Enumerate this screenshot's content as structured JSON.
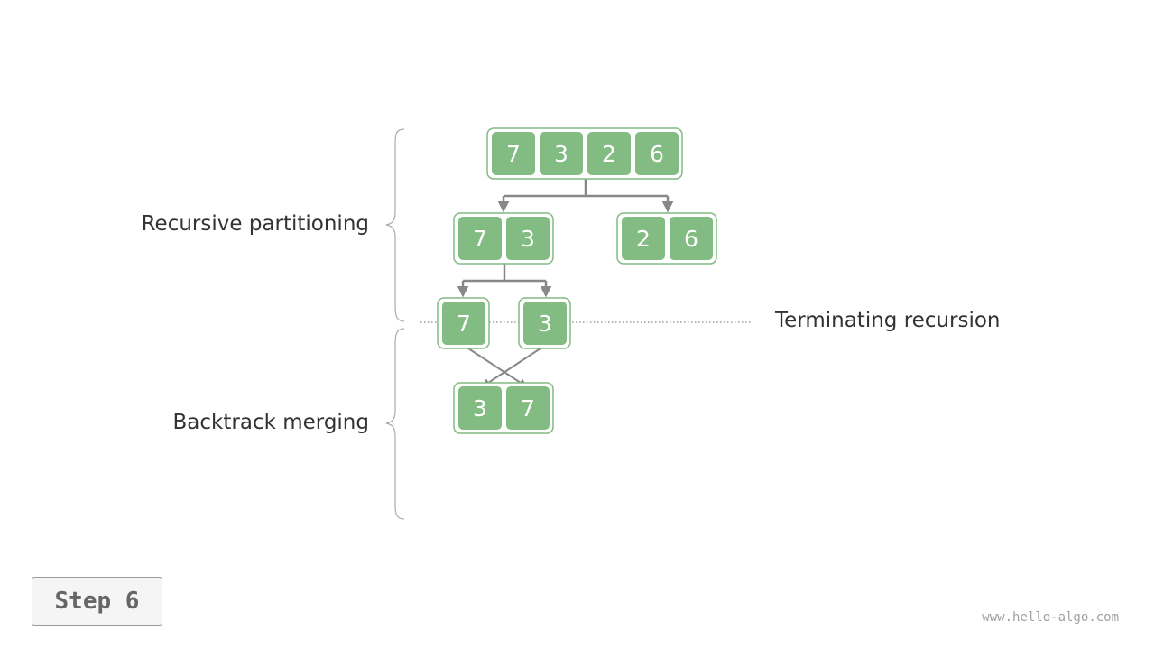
{
  "labels": {
    "partition": "Recursive partitioning",
    "merge": "Backtrack merging",
    "terminate": "Terminating recursion"
  },
  "step": "Step 6",
  "footer": "www.hello-algo.com",
  "colors": {
    "cell_fill": "#82bc82",
    "frame_stroke": "#82bc82",
    "arrow": "#888888",
    "brace": "#aaaaaa",
    "dotted_line": "#888888"
  },
  "nodes": [
    {
      "id": "root",
      "values": [
        7,
        3,
        2,
        6
      ]
    },
    {
      "id": "left",
      "values": [
        7,
        3
      ]
    },
    {
      "id": "right",
      "values": [
        2,
        6
      ]
    },
    {
      "id": "leaf-7",
      "values": [
        7
      ]
    },
    {
      "id": "leaf-3",
      "values": [
        3
      ]
    },
    {
      "id": "merged",
      "values": [
        3,
        7
      ]
    }
  ]
}
